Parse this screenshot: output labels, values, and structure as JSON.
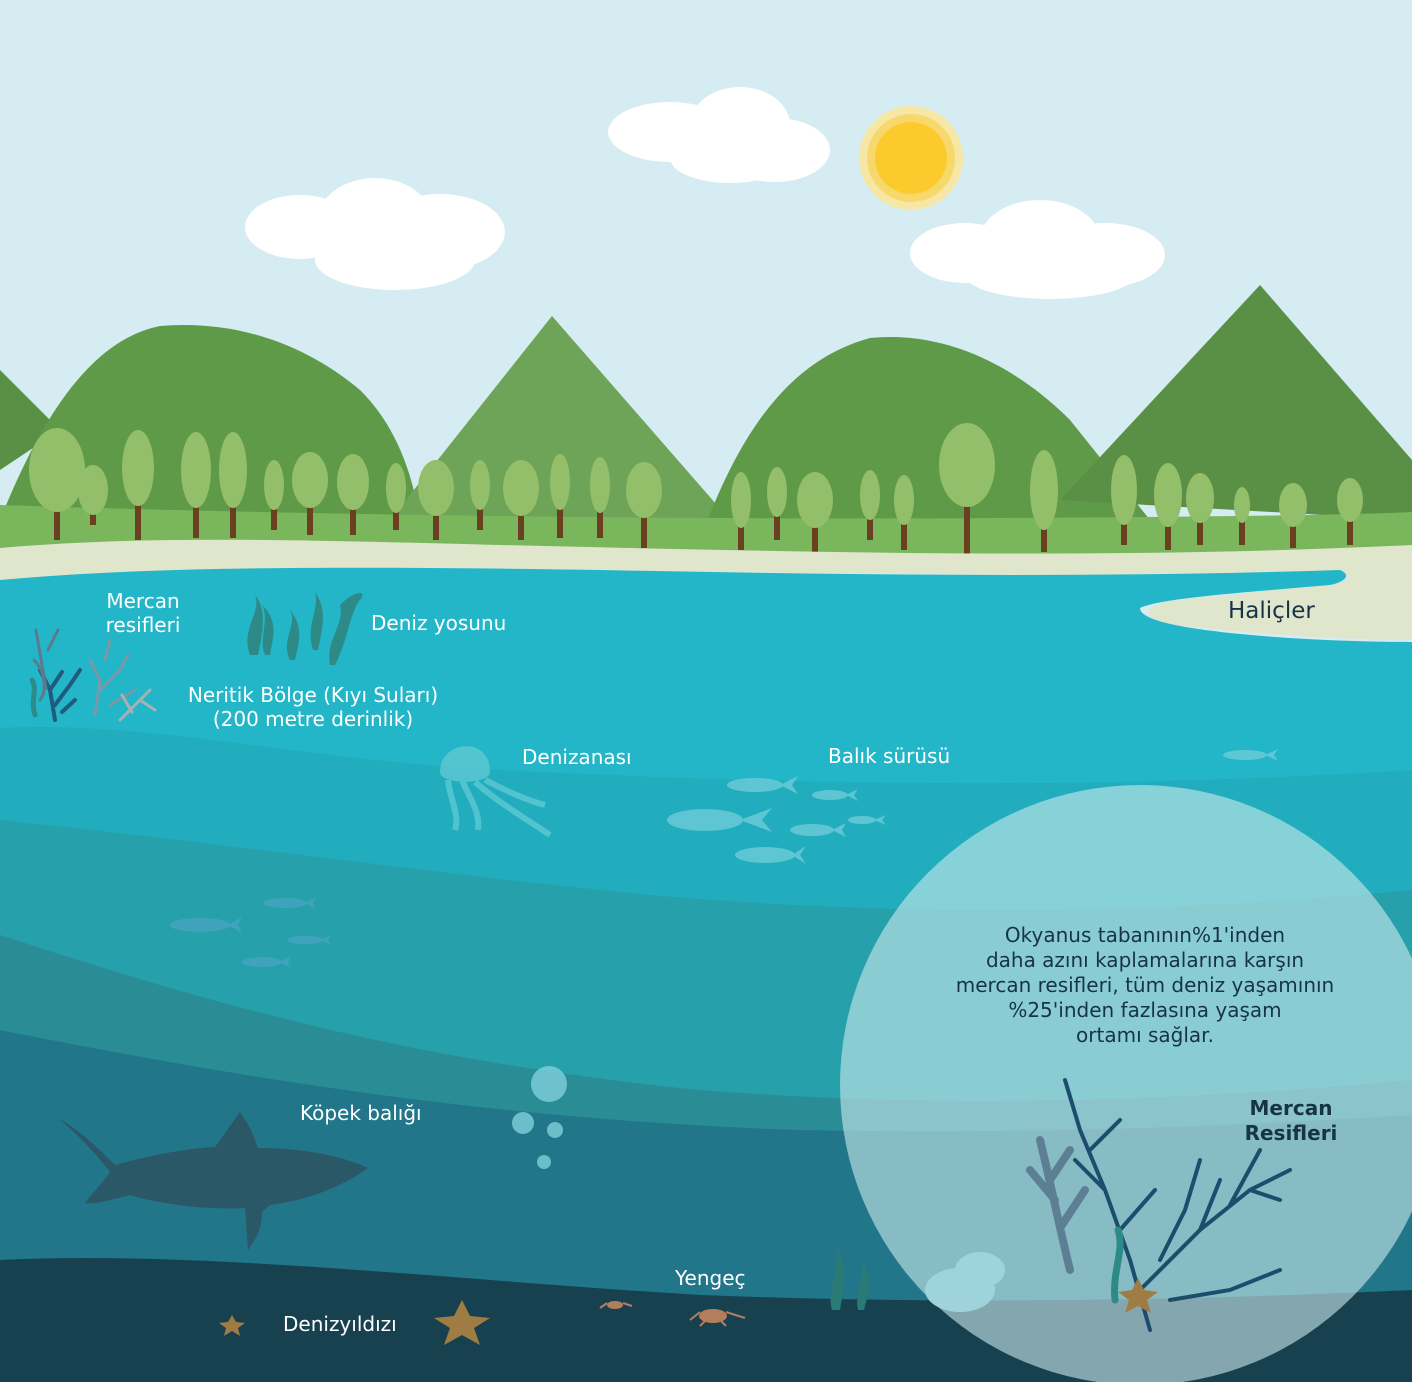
{
  "labels": {
    "coral_reefs_1": "Mercan",
    "coral_reefs_2": "resifleri",
    "seaweed": "Deniz yosunu",
    "estuaries": "Haliçler",
    "neritic_1": "Neritik Bölge (Kıyı Suları)",
    "neritic_2": "(200 metre derinlik)",
    "jellyfish": "Denizanası",
    "fish_school": "Balık sürüsü",
    "shark": "Köpek balığı",
    "crab": "Yengeç",
    "starfish": "Denizyıldızı"
  },
  "callout": {
    "lines": [
      "Okyanus tabanının%1'inden",
      "daha azını kaplamalarına karşın",
      "mercan resifleri, tüm deniz yaşamının",
      "%25'inden fazlasına yaşam",
      "ortamı sağlar."
    ],
    "title_1": "Mercan",
    "title_2": "Resifleri"
  },
  "colors": {
    "sky": "#d4ecf2",
    "sun": "#fcca2c",
    "hill": "#679f52",
    "water_shallow": "#23b6c8",
    "water_deep": "#184150",
    "sand": "#e0e6cc",
    "text_dark": "#173447"
  }
}
